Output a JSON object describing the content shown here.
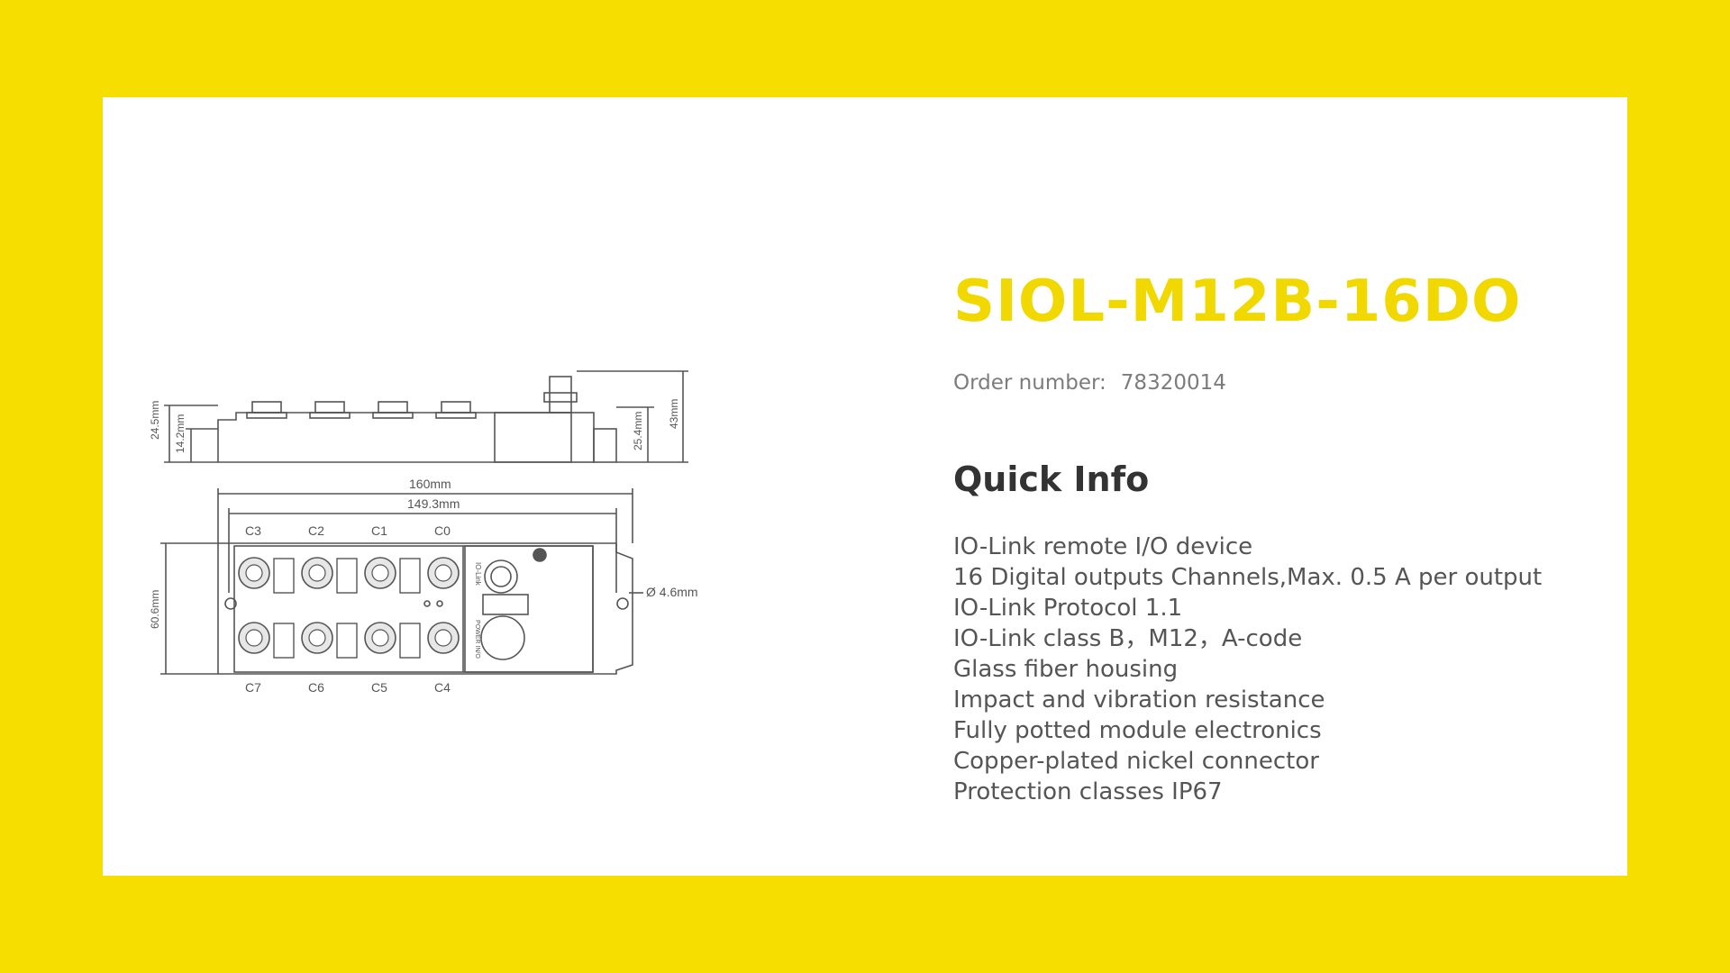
{
  "product": {
    "title": "SIOL-M12B-16DO",
    "order_label": "Order number:",
    "order_number": "78320014"
  },
  "quick_info": {
    "heading": "Quick Info",
    "items": [
      "IO-Link remote I/O device",
      "16 Digital outputs Channels,Max. 0.5 A per output",
      "IO-Link Protocol 1.1",
      "IO-Link class B，M12，A-code",
      "Glass fiber housing",
      "Impact and vibration resistance",
      "Fully potted module electronics",
      "Copper-plated nickel connector",
      "Protection classes IP67"
    ]
  },
  "drawing": {
    "dimensions": {
      "side_h1": "24.5mm",
      "side_h2": "14.2mm",
      "side_h3": "25.4mm",
      "side_h4": "43mm",
      "total_length": "160mm",
      "hole_spacing": "149.3mm",
      "width": "60.6mm",
      "hole_dia": "Ø 4.6mm"
    },
    "ports_top": [
      "C3",
      "C2",
      "C1",
      "C0"
    ],
    "ports_bottom": [
      "C7",
      "C6",
      "C5",
      "C4"
    ],
    "module_label_1": "IO-Link",
    "module_label_2": "POWER IN/O"
  },
  "colors": {
    "background": "#f5de00",
    "title": "#f0d800",
    "text": "#555555"
  }
}
